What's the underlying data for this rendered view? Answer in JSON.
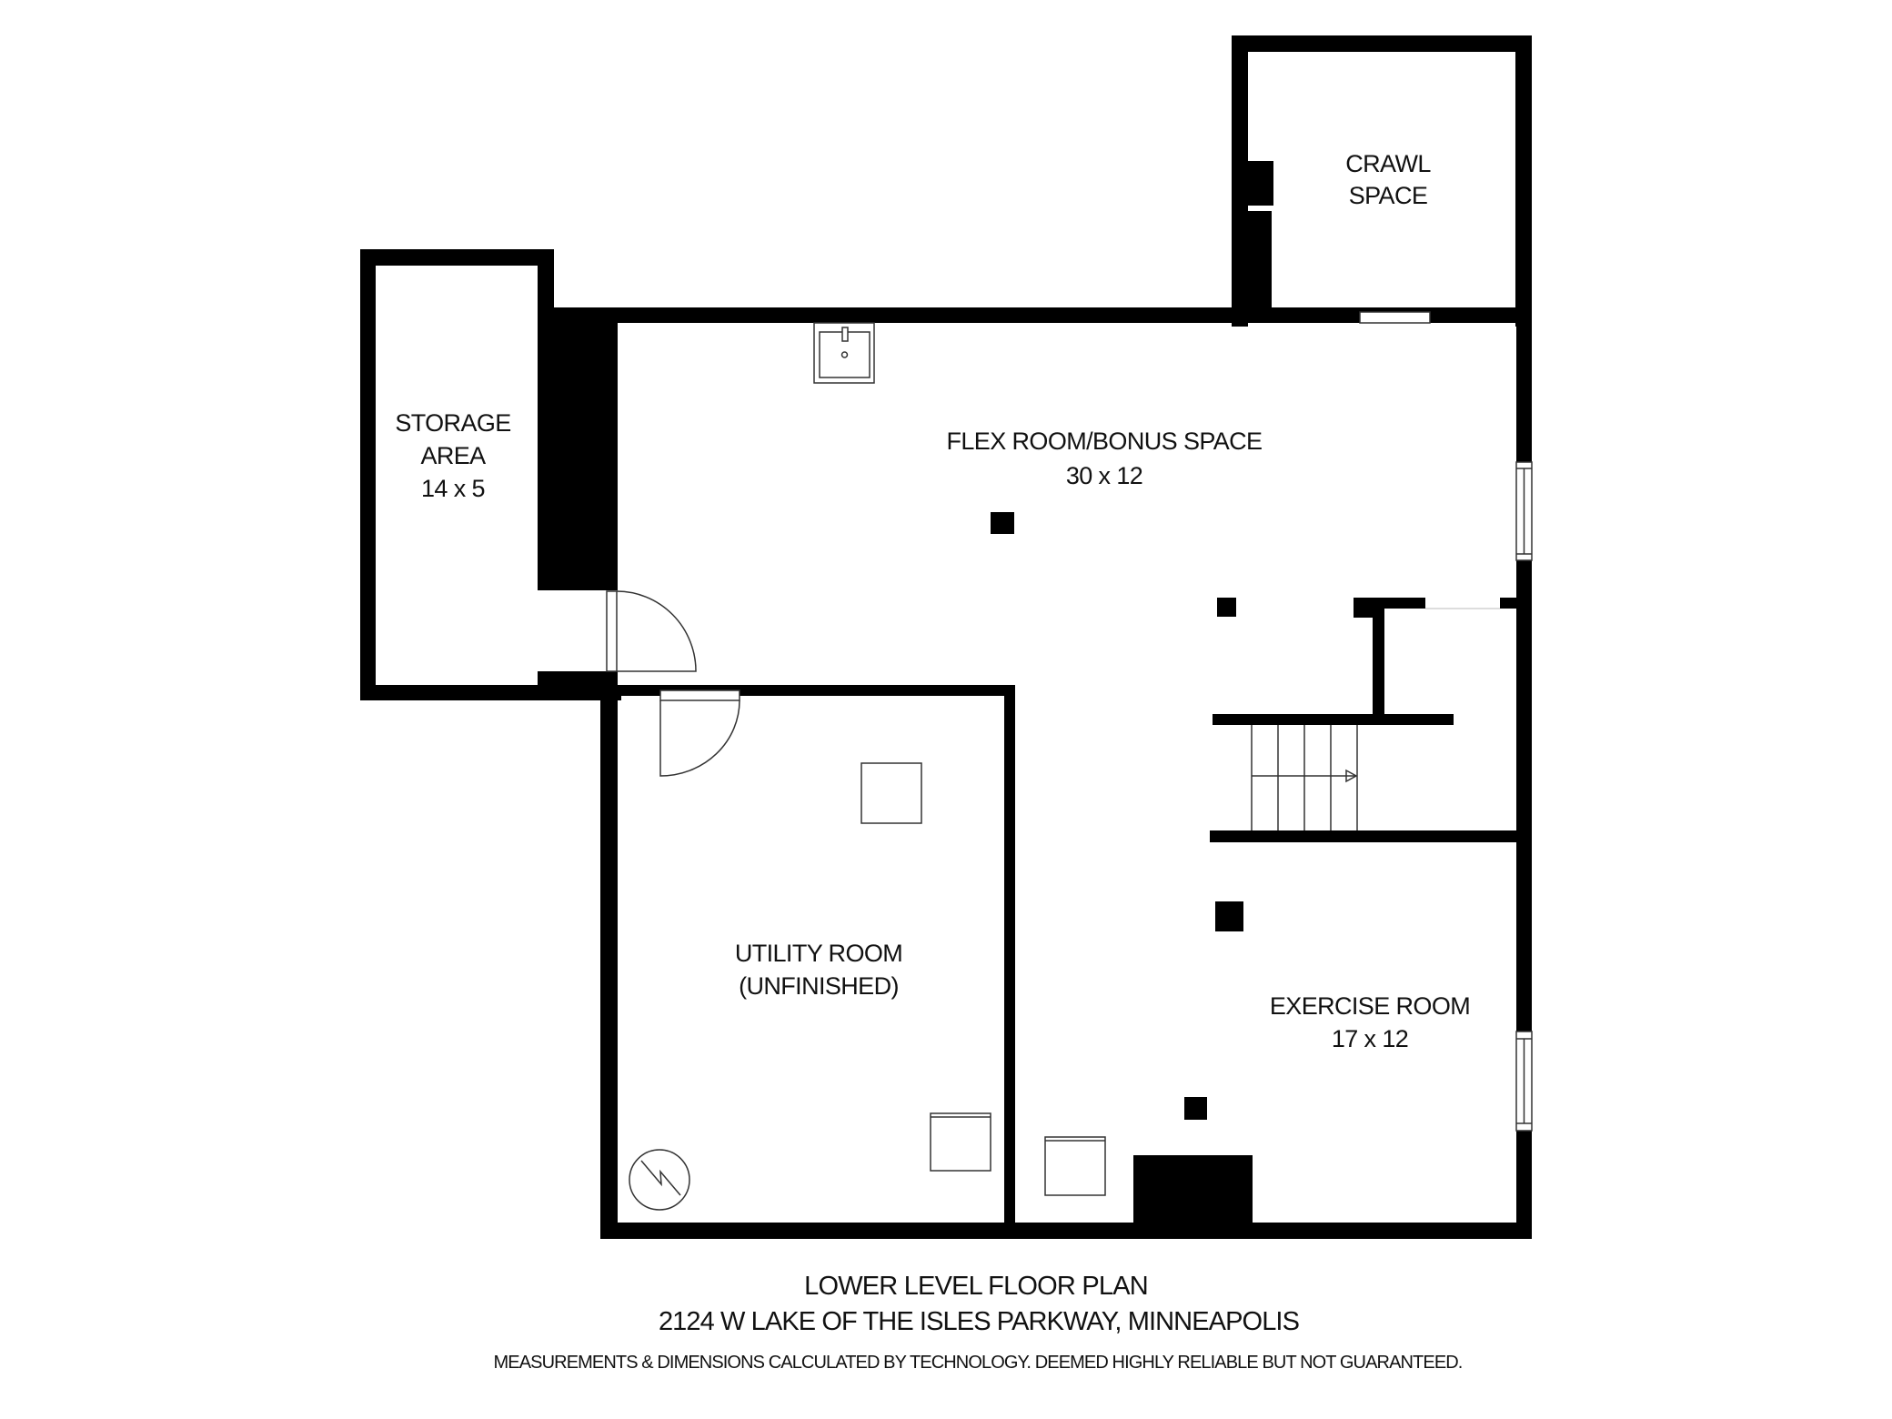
{
  "plan": {
    "title": "LOWER LEVEL FLOOR PLAN",
    "address": "2124 W LAKE OF THE ISLES PARKWAY, MINNEAPOLIS",
    "disclaimer": "MEASUREMENTS & DIMENSIONS CALCULATED BY TECHNOLOGY. DEEMED HIGHLY RELIABLE BUT NOT GUARANTEED."
  },
  "rooms": {
    "crawl_space": {
      "line1": "CRAWL",
      "line2": "SPACE"
    },
    "storage": {
      "line1": "STORAGE",
      "line2": "AREA",
      "dimensions": "14 x 5"
    },
    "flex_room": {
      "name": "FLEX ROOM/BONUS SPACE",
      "dimensions": "30 x 12"
    },
    "utility_room": {
      "line1": "UTILITY ROOM",
      "line2": "(UNFINISHED)"
    },
    "exercise_room": {
      "name": "EXERCISE ROOM",
      "dimensions": "17 x 12"
    }
  },
  "fixtures": {
    "sink": "sink-icon",
    "electrical_panel": "electrical-panel-icon",
    "stairs": "stairs-icon",
    "doors": [
      "storage-door",
      "utility-door"
    ],
    "windows": [
      "crawl-window",
      "flex-east-window",
      "exercise-east-window"
    ]
  },
  "colors": {
    "wall": "#000000",
    "background": "#ffffff",
    "line": "#333333"
  }
}
